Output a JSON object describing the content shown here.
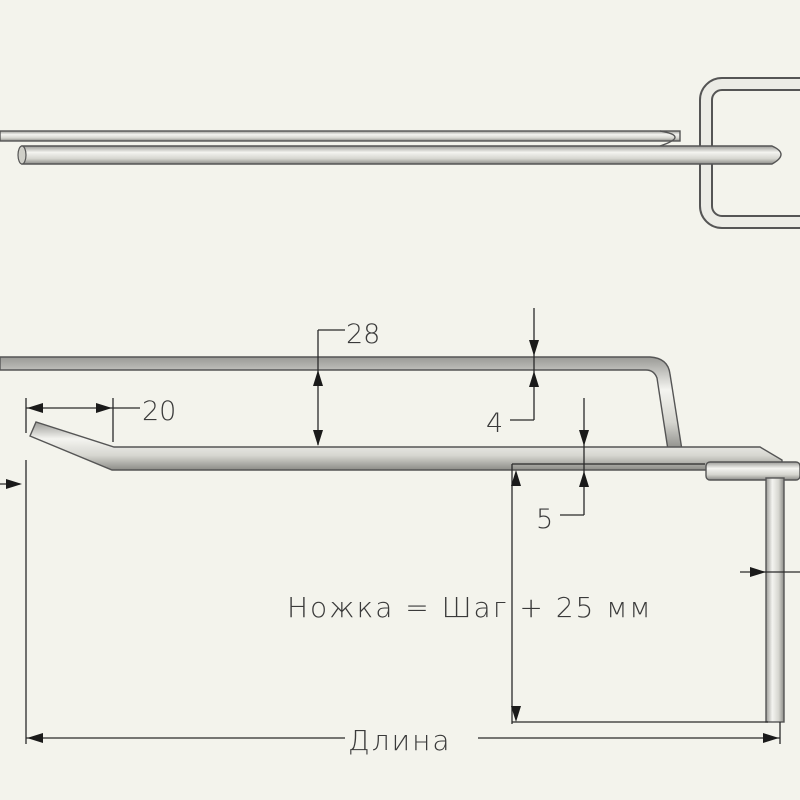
{
  "background": "#f3f3ec",
  "rod_color": "#e2e2dc",
  "rod_stroke": "#555555",
  "dimensions": {
    "height_offset": "28",
    "tip_length": "20",
    "gap_top": "4",
    "gap_bottom": "5",
    "leg_formula": "Ножка = Шаг + 25 мм",
    "length": "Длина"
  }
}
